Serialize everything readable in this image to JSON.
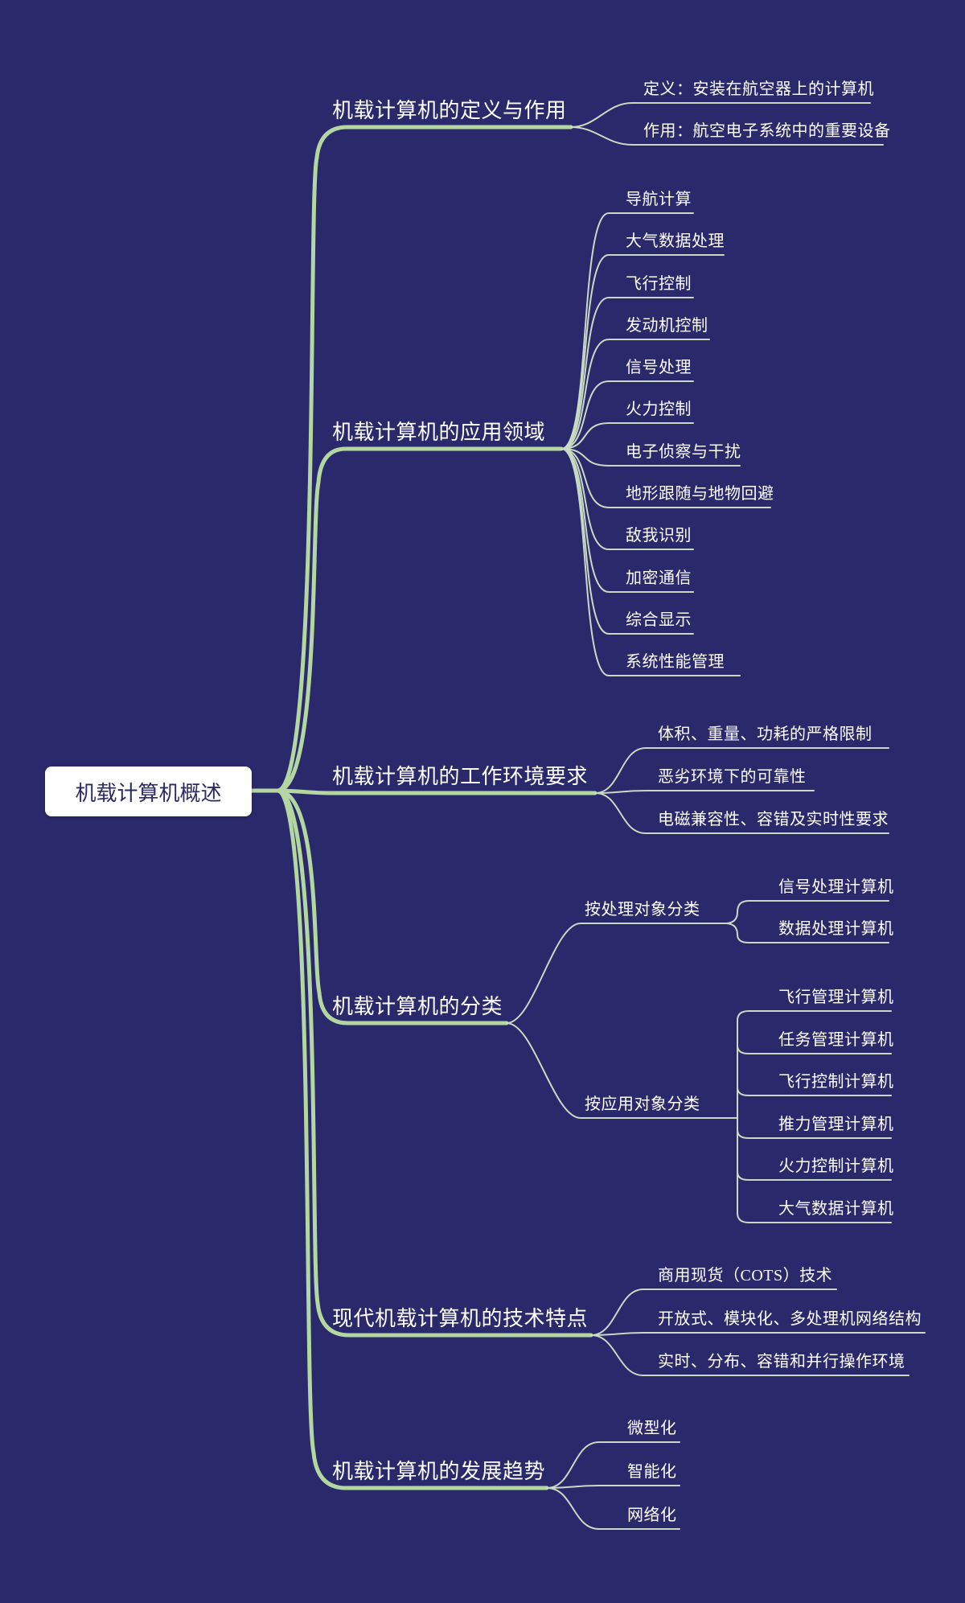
{
  "theme": {
    "background": "#2a296b",
    "line_strong": "#b4d7a1",
    "line_soft": "#c8d9c4",
    "text_color": "#ffffff",
    "root_bg": "#ffffff",
    "root_text_color": "#2b2a63"
  },
  "root": {
    "label": "机载计算机概述"
  },
  "branches": [
    {
      "label": "机载计算机的定义与作用",
      "children": [
        {
          "label": "定义：安装在航空器上的计算机"
        },
        {
          "label": "作用：航空电子系统中的重要设备"
        }
      ]
    },
    {
      "label": "机载计算机的应用领域",
      "children": [
        {
          "label": "导航计算"
        },
        {
          "label": "大气数据处理"
        },
        {
          "label": "飞行控制"
        },
        {
          "label": "发动机控制"
        },
        {
          "label": "信号处理"
        },
        {
          "label": "火力控制"
        },
        {
          "label": "电子侦察与干扰"
        },
        {
          "label": "地形跟随与地物回避"
        },
        {
          "label": "敌我识别"
        },
        {
          "label": "加密通信"
        },
        {
          "label": "综合显示"
        },
        {
          "label": "系统性能管理"
        }
      ]
    },
    {
      "label": "机载计算机的工作环境要求",
      "children": [
        {
          "label": "体积、重量、功耗的严格限制"
        },
        {
          "label": "恶劣环境下的可靠性"
        },
        {
          "label": "电磁兼容性、容错及实时性要求"
        }
      ]
    },
    {
      "label": "机载计算机的分类",
      "children": [
        {
          "label": "按处理对象分类",
          "children": [
            {
              "label": "信号处理计算机"
            },
            {
              "label": "数据处理计算机"
            }
          ]
        },
        {
          "label": "按应用对象分类",
          "children": [
            {
              "label": "飞行管理计算机"
            },
            {
              "label": "任务管理计算机"
            },
            {
              "label": "飞行控制计算机"
            },
            {
              "label": "推力管理计算机"
            },
            {
              "label": "火力控制计算机"
            },
            {
              "label": "大气数据计算机"
            }
          ]
        }
      ]
    },
    {
      "label": "现代机载计算机的技术特点",
      "children": [
        {
          "label": "商用现货（COTS）技术"
        },
        {
          "label": "开放式、模块化、多处理机网络结构"
        },
        {
          "label": "实时、分布、容错和并行操作环境"
        }
      ]
    },
    {
      "label": "机载计算机的发展趋势",
      "children": [
        {
          "label": "微型化"
        },
        {
          "label": "智能化"
        },
        {
          "label": "网络化"
        }
      ]
    }
  ]
}
